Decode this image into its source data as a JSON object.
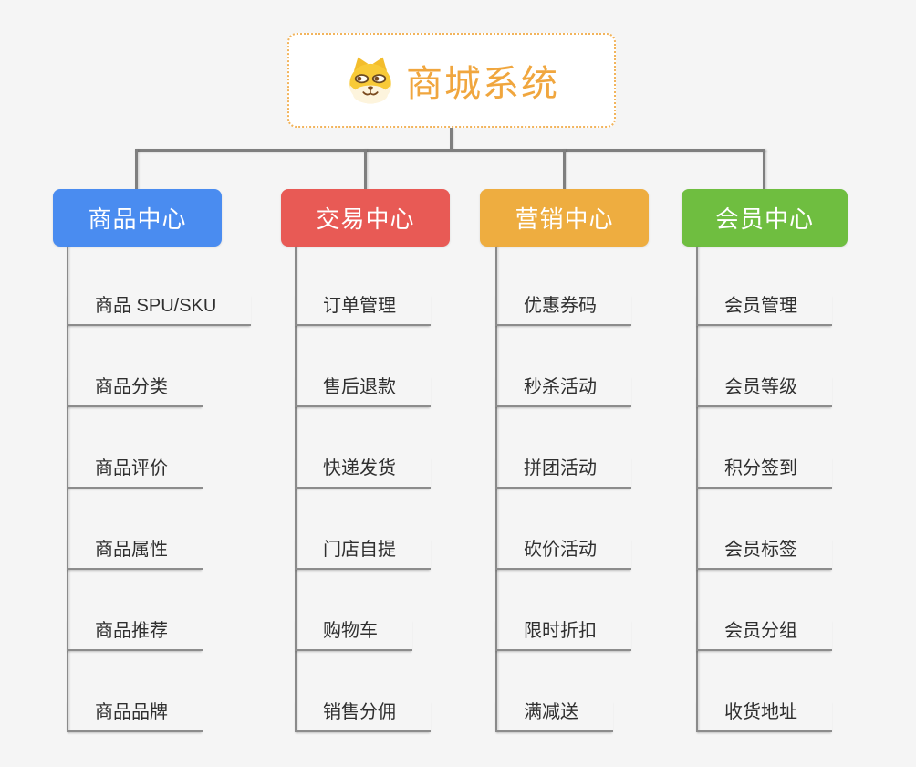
{
  "root": {
    "title": "商城系统",
    "icon": "shiba-dog-icon"
  },
  "colors": {
    "background": "#f5f5f5",
    "connector": "#7f7f7f",
    "underline": "#8c8c8c",
    "root_border": "#f2b45c",
    "root_text": "#f0a63e"
  },
  "branches": [
    {
      "label": "商品中心",
      "color": "#4a8cf0",
      "items": [
        "商品 SPU/SKU",
        "商品分类",
        "商品评价",
        "商品属性",
        "商品推荐",
        "商品品牌"
      ]
    },
    {
      "label": "交易中心",
      "color": "#e85a55",
      "items": [
        "订单管理",
        "售后退款",
        "快递发货",
        "门店自提",
        "购物车",
        "销售分佣"
      ]
    },
    {
      "label": "营销中心",
      "color": "#eead40",
      "items": [
        "优惠券码",
        "秒杀活动",
        "拼团活动",
        "砍价活动",
        "限时折扣",
        "满减送"
      ]
    },
    {
      "label": "会员中心",
      "color": "#6fbe40",
      "items": [
        "会员管理",
        "会员等级",
        "积分签到",
        "会员标签",
        "会员分组",
        "收货地址"
      ]
    }
  ]
}
